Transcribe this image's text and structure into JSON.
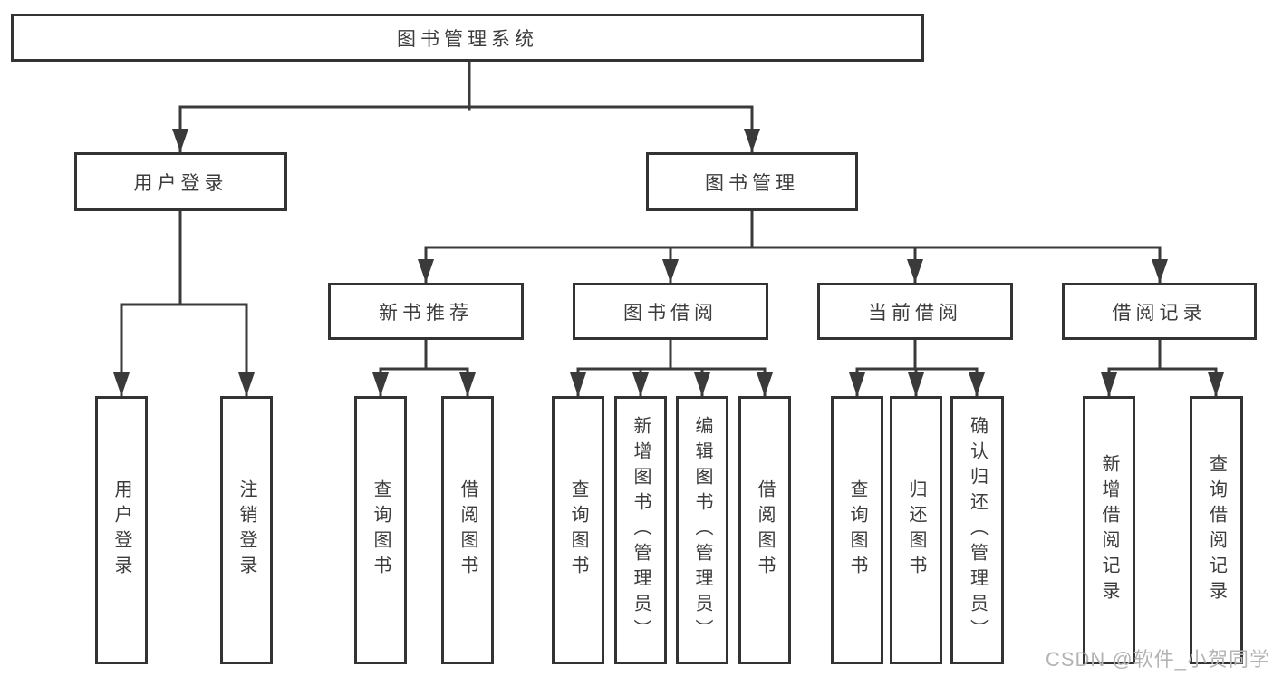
{
  "diagram": {
    "title": "图书管理系统",
    "type": "tree",
    "nodes": {
      "root": {
        "label": "图书管理系统",
        "children": [
          "login",
          "mgmt"
        ]
      },
      "login": {
        "label": "用户登录",
        "children": [
          "login_user",
          "login_logout"
        ]
      },
      "mgmt": {
        "label": "图书管理",
        "children": [
          "rec_new",
          "borrowing",
          "current",
          "records"
        ]
      },
      "login_user": {
        "label": "用户登录"
      },
      "login_logout": {
        "label": "注销登录"
      },
      "rec_new": {
        "label": "新书推荐",
        "children": [
          "rec_query",
          "rec_borrow"
        ]
      },
      "borrowing": {
        "label": "图书借阅",
        "children": [
          "bor_query",
          "bor_add",
          "bor_edit",
          "bor_borrow"
        ]
      },
      "current": {
        "label": "当前借阅",
        "children": [
          "cur_query",
          "cur_return",
          "cur_confirm"
        ]
      },
      "records": {
        "label": "借阅记录",
        "children": [
          "hist_add",
          "hist_query"
        ]
      },
      "rec_query": {
        "label": "查询图书"
      },
      "rec_borrow": {
        "label": "借阅图书"
      },
      "bor_query": {
        "label": "查询图书"
      },
      "bor_add": {
        "label": "新增图书（管理员）"
      },
      "bor_edit": {
        "label": "编辑图书（管理员）"
      },
      "bor_borrow": {
        "label": "借阅图书"
      },
      "cur_query": {
        "label": "查询图书"
      },
      "cur_return": {
        "label": "归还图书"
      },
      "cur_confirm": {
        "label": "确认归还（管理员）"
      },
      "hist_add": {
        "label": "新增借阅记录"
      },
      "hist_query": {
        "label": "查询借阅记录"
      }
    }
  },
  "watermark": {
    "text": "CSDN @软件_小贺同学"
  },
  "colors": {
    "line": "#3a3a3a",
    "border": "#333333",
    "text": "#3c3c3c",
    "wm": "#b4b4b4",
    "bg": "#ffffff"
  }
}
